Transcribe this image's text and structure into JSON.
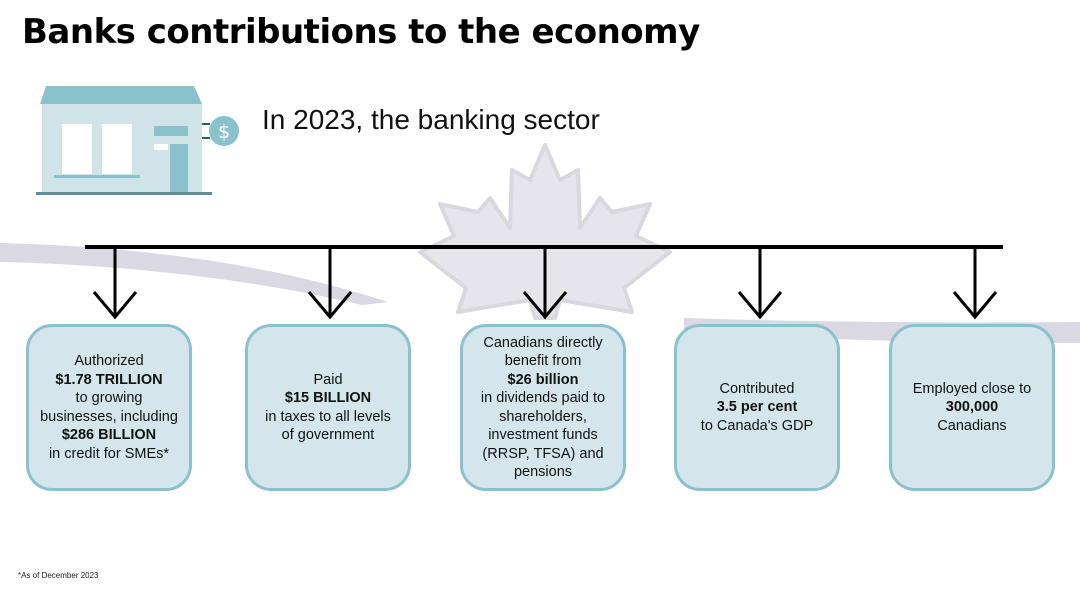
{
  "title": "Banks contributions to the economy",
  "subtitle": "In 2023, the banking sector",
  "boxes": [
    {
      "lines": [
        {
          "text": "Authorized",
          "bold": false
        },
        {
          "text": "$1.78 TRILLION",
          "bold": true
        },
        {
          "text": "to growing",
          "bold": false
        },
        {
          "text": "businesses, including",
          "bold": false
        },
        {
          "text": "$286 BILLION",
          "bold": true
        },
        {
          "text": "in credit for SMEs*",
          "bold": false
        }
      ]
    },
    {
      "lines": [
        {
          "text": "Paid",
          "bold": false
        },
        {
          "text": "$15 BILLION",
          "bold": true
        },
        {
          "text": "in taxes to all levels",
          "bold": false
        },
        {
          "text": "of government",
          "bold": false
        }
      ]
    },
    {
      "lines": [
        {
          "text": "Canadians directly",
          "bold": false
        },
        {
          "text": "benefit from",
          "bold": false
        },
        {
          "text": "$26 billion",
          "bold": true
        },
        {
          "text": "in dividends paid to",
          "bold": false
        },
        {
          "text": "shareholders,",
          "bold": false
        },
        {
          "text": "investment funds",
          "bold": false
        },
        {
          "text": "(RRSP, TFSA) and",
          "bold": false
        },
        {
          "text": "pensions",
          "bold": false
        }
      ]
    },
    {
      "lines": [
        {
          "text": "Contributed",
          "bold": false
        },
        {
          "text": "3.5 per cent",
          "bold": true
        },
        {
          "text": "to Canada's GDP",
          "bold": false
        }
      ]
    },
    {
      "lines": [
        {
          "text": "Employed close to",
          "bold": false
        },
        {
          "text": "300,000",
          "bold": true
        },
        {
          "text": "Canadians",
          "bold": false
        }
      ]
    }
  ],
  "footnote": "*As of December 2023",
  "icons": {
    "bank": "bank-building-icon",
    "dollar": "dollar-coin-icon",
    "maple_leaf": "maple-leaf-icon",
    "arrow": "arrow-down-icon"
  },
  "colors": {
    "box_fill": "#d4e6eb",
    "box_border": "#89c2cd",
    "bank_roof": "#89c2cd",
    "bank_wall": "#cfe3e8",
    "swoosh": "#d9d7e2",
    "leaf": "#e4e3ea",
    "line": "#000000"
  }
}
